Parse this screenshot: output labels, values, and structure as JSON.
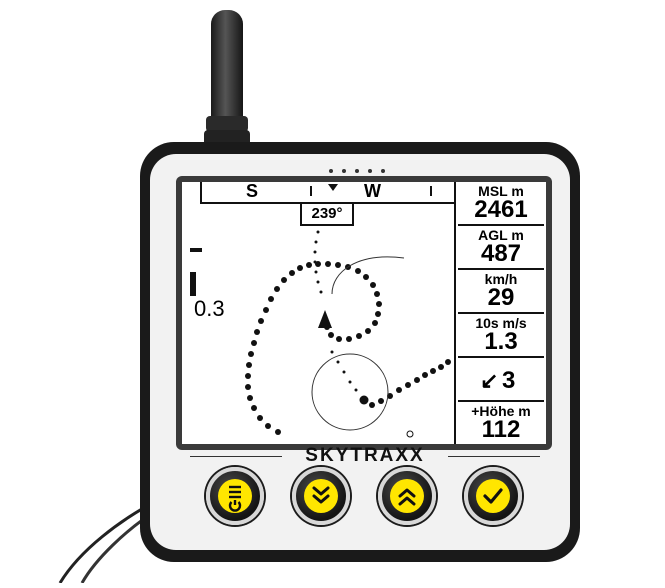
{
  "device": {
    "brand": "SKYTRAXX",
    "accent_color": "#ffe600",
    "body_color": "#1a1a1a"
  },
  "screen": {
    "compass": {
      "left_heading": "S",
      "right_heading": "W",
      "bearing": "239°"
    },
    "vario_readout": "0.3",
    "fields": [
      {
        "label": "MSL m",
        "value": "2461"
      },
      {
        "label": "AGL m",
        "value": "487"
      },
      {
        "label": "km/h",
        "value": "29"
      },
      {
        "label": "10s m/s",
        "value": "1.3"
      },
      {
        "label": "",
        "value": "3",
        "icon": "arrow-down-left-icon"
      },
      {
        "label": "+Höhe m",
        "value": "112"
      }
    ]
  },
  "buttons": [
    {
      "name": "menu-power-button",
      "icon": "menu-power-icon"
    },
    {
      "name": "scroll-down-button",
      "icon": "double-chevron-down-icon"
    },
    {
      "name": "scroll-up-button",
      "icon": "double-chevron-up-icon"
    },
    {
      "name": "confirm-button",
      "icon": "checkmark-icon"
    }
  ]
}
